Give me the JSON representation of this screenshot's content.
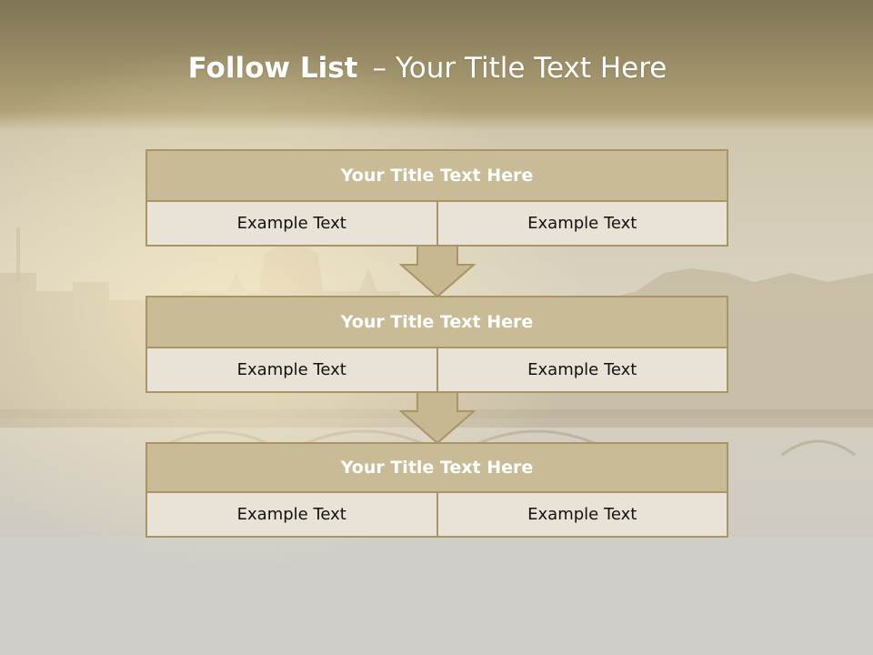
{
  "slide": {
    "title_bold": "Follow List",
    "title_dash": "–",
    "title_rest": "Your Title Text Here"
  },
  "steps": [
    {
      "title": "Your Title Text Here",
      "left": "Example Text",
      "right": "Example Text"
    },
    {
      "title": "Your Title Text Here",
      "left": "Example Text",
      "right": "Example Text"
    },
    {
      "title": "Your Title Text Here",
      "left": "Example Text",
      "right": "Example Text"
    }
  ],
  "colors": {
    "header_band": "#8d7f58",
    "box_header": "#c9bb96",
    "box_cell": "#e9e3d7",
    "border": "#a89668",
    "arrow": "#c7b892"
  }
}
